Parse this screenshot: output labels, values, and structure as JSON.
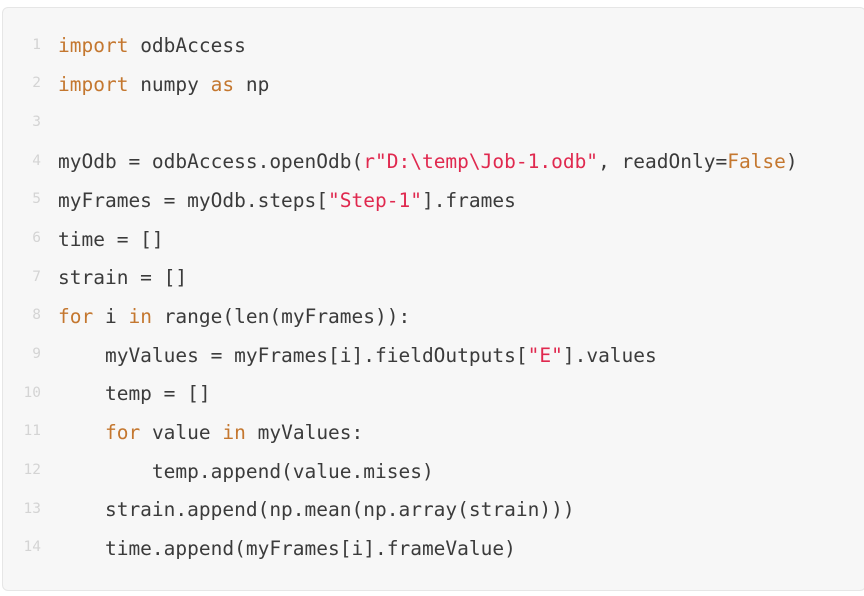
{
  "colors": {
    "background": "#f7f7f7",
    "border": "#e6e6e6",
    "text": "#3b3b3b",
    "keyword": "#c4772f",
    "string": "#e0294f",
    "line_number": "#d4d4d4"
  },
  "code": {
    "language": "python",
    "lines": [
      {
        "number": "1",
        "tokens": [
          [
            "kw",
            "import"
          ],
          [
            "pl",
            " odbAccess"
          ]
        ]
      },
      {
        "number": "2",
        "tokens": [
          [
            "kw",
            "import"
          ],
          [
            "pl",
            " numpy "
          ],
          [
            "kw",
            "as"
          ],
          [
            "pl",
            " np"
          ]
        ]
      },
      {
        "number": "3",
        "tokens": []
      },
      {
        "number": "4",
        "tokens": [
          [
            "pl",
            "myOdb = odbAccess.openOdb("
          ],
          [
            "str",
            "r\"D:\\temp\\Job-1.odb\""
          ],
          [
            "pl",
            ", readOnly="
          ],
          [
            "kw",
            "False"
          ],
          [
            "pl",
            ")"
          ]
        ]
      },
      {
        "number": "5",
        "tokens": [
          [
            "pl",
            "myFrames = myOdb.steps["
          ],
          [
            "str",
            "\"Step-1\""
          ],
          [
            "pl",
            "].frames"
          ]
        ]
      },
      {
        "number": "6",
        "tokens": [
          [
            "pl",
            "time = []"
          ]
        ]
      },
      {
        "number": "7",
        "tokens": [
          [
            "pl",
            "strain = []"
          ]
        ]
      },
      {
        "number": "8",
        "tokens": [
          [
            "kw",
            "for"
          ],
          [
            "pl",
            " i "
          ],
          [
            "kw",
            "in"
          ],
          [
            "pl",
            " range(len(myFrames)):"
          ]
        ]
      },
      {
        "number": "9",
        "tokens": [
          [
            "pl",
            "    myValues = myFrames[i].fieldOutputs["
          ],
          [
            "str",
            "\"E\""
          ],
          [
            "pl",
            "].values"
          ]
        ]
      },
      {
        "number": "10",
        "tokens": [
          [
            "pl",
            "    temp = []"
          ]
        ]
      },
      {
        "number": "11",
        "tokens": [
          [
            "pl",
            "    "
          ],
          [
            "kw",
            "for"
          ],
          [
            "pl",
            " value "
          ],
          [
            "kw",
            "in"
          ],
          [
            "pl",
            " myValues:"
          ]
        ]
      },
      {
        "number": "12",
        "tokens": [
          [
            "pl",
            "        temp.append(value.mises)"
          ]
        ]
      },
      {
        "number": "13",
        "tokens": [
          [
            "pl",
            "    strain.append(np.mean(np.array(strain)))"
          ]
        ]
      },
      {
        "number": "14",
        "tokens": [
          [
            "pl",
            "    time.append(myFrames[i].frameValue)"
          ]
        ]
      }
    ]
  }
}
